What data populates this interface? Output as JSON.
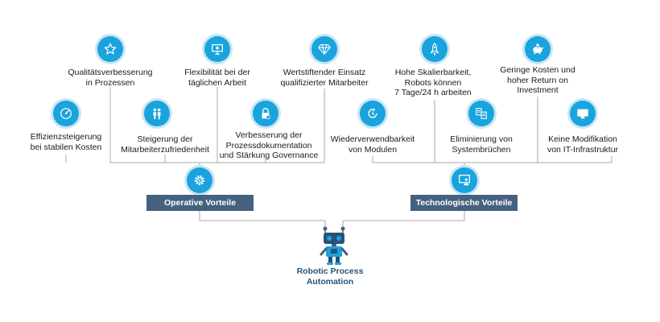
{
  "colors": {
    "accent": "#1aa3dc",
    "bar": "#46617f",
    "line": "#aaaaaa",
    "title": "#27527a"
  },
  "operative_bar": "Operative Vorteile",
  "technological_bar": "Technologische Vorteile",
  "rpa_title": "Robotic Process\nAutomation",
  "operative_benefits": [
    {
      "icon": "star-icon",
      "label": "Qualitätsverbesserung\nin Prozessen"
    },
    {
      "icon": "presentation-icon",
      "label": "Flexibilität  bei der\ntäglichen Arbeit"
    },
    {
      "icon": "diamond-icon",
      "label": "Wertstiftender Einsatz\nqualifizierter Mitarbeiter"
    },
    {
      "icon": "speedometer-icon",
      "label": "Effizienzsteigerung\nbei stabilen Kosten"
    },
    {
      "icon": "people-icon",
      "label": "Steigerung der\nMitarbeiterzufriedenheit"
    },
    {
      "icon": "lock-icon",
      "label": "Verbesserung der\nProzessdokumentation\nund Stärkung Governance"
    }
  ],
  "technological_benefits": [
    {
      "icon": "rocket-icon",
      "label": "Hohe Skalierbarkeit,\nRobots können\n7 Tage/24 h arbeiten"
    },
    {
      "icon": "piggy-bank-icon",
      "label": "Geringe Kosten und\nhoher Return on\nInvestment"
    },
    {
      "icon": "recycle-icon",
      "label": "Wiederverwendbarkeit\nvon Modulen"
    },
    {
      "icon": "documents-icon",
      "label": "Eliminierung  von\nSystembrüchen"
    },
    {
      "icon": "monitor-icon",
      "label": "Keine Modifikation\nvon IT-Infrastruktur"
    }
  ],
  "hub_icons": {
    "operative": "gear-icon",
    "technological": "computer-user-icon",
    "robot": "robot-icon"
  }
}
